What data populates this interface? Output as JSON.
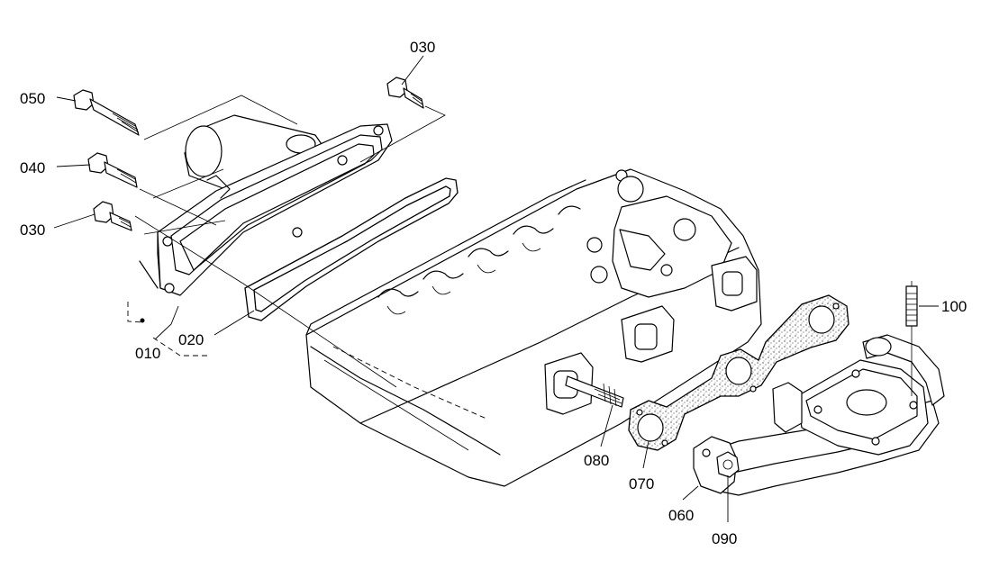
{
  "diagram": {
    "callouts": {
      "p010": "010",
      "p020": "020",
      "p030a": "030",
      "p030b": "030",
      "p040": "040",
      "p050": "050",
      "p060": "060",
      "p070": "070",
      "p080": "080",
      "p090": "090",
      "p100": "100"
    }
  }
}
